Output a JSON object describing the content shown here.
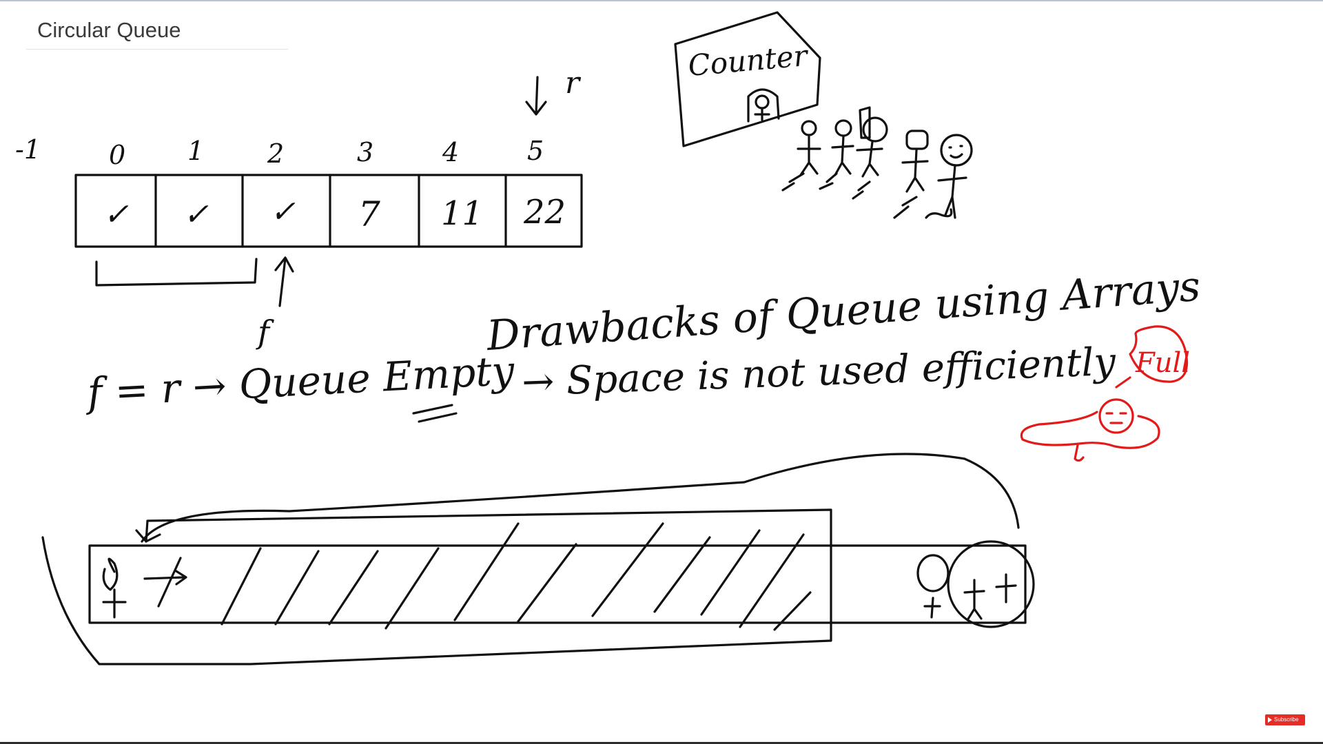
{
  "slide": {
    "title": "Circular Queue"
  },
  "array_diagram": {
    "indices": [
      "-1",
      "0",
      "1",
      "2",
      "3",
      "4",
      "5"
    ],
    "cells": [
      "✓",
      "✓",
      "✓",
      "7",
      "11",
      "22"
    ],
    "rear_label": "r",
    "front_label": "f"
  },
  "counter_sketch": {
    "label": "Counter"
  },
  "notes": {
    "heading": "Drawbacks of Queue using Arrays",
    "empty_condition": "f = r → Queue Empty",
    "drawback_1": "→ Space is not used efficiently",
    "full_label": "Full"
  },
  "overlay": {
    "subscribe_label": "Subscribe"
  },
  "colors": {
    "ink": "#111111",
    "accent_red": "#e31a1a",
    "subscribe_red": "#e52d27"
  }
}
